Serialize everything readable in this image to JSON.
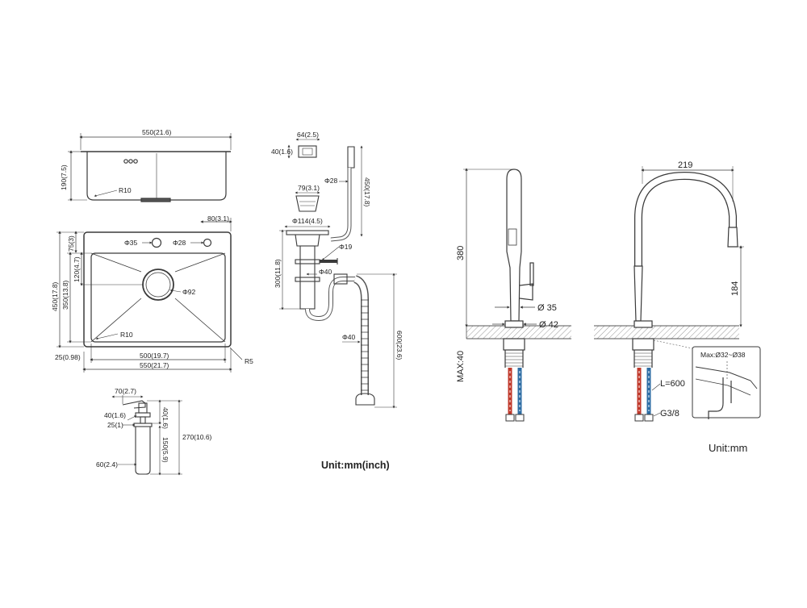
{
  "sink_front": {
    "width": "550(21.6)",
    "height": "190(7.5)",
    "radius": "R10"
  },
  "sink_top": {
    "hole_offset": "80(3.1)",
    "top_margin": "75(3)",
    "hole_left": "Φ35",
    "hole_right": "Φ28",
    "drain_offset": "120(4.7)",
    "depth_outer": "450(17.8)",
    "depth_inner": "350(13.8)",
    "drain": "Φ92",
    "corner_inner": "R10",
    "rim": "25(0.98)",
    "inner_width": "500(19.7)",
    "outer_width": "550(21.7)",
    "corner_outer": "R5"
  },
  "soap_dispenser": {
    "spout": "70(2.7)",
    "head_dia": "40(1.6)",
    "neck": "25(1)",
    "top_len": "40(1.6)",
    "bottle_len": "150(5.9)",
    "total": "270(10.6)",
    "bottle_dia": "60(2.4)"
  },
  "drain_kit": {
    "overflow_w": "64(2.5)",
    "overflow_h": "40(1.6)",
    "pipe_dia": "Φ28",
    "hose_len": "450(17.8)",
    "basket_h": "79(3.1)",
    "basket_dia": "Φ114(4.5)",
    "tail_dia": "Φ19",
    "trap_h": "300(11.8)",
    "trap_dia": "Φ40",
    "outlet_dia": "Φ40",
    "drain_len": "600(23.6)",
    "unit_label": "Unit:mm(inch)"
  },
  "faucet_side": {
    "height": "380",
    "max_deck": "MAX:40",
    "body_dia": "Ø 35",
    "base_dia": "Ø 42"
  },
  "faucet_front": {
    "reach": "219",
    "spout_height": "184",
    "hose_len": "L=600",
    "thread": "G3/8",
    "hole_range": "Max:Ø32~Ø38",
    "unit_label": "Unit:mm"
  },
  "colors": {
    "line": "#3a3a3a",
    "hot": "#c0392b",
    "cold": "#2e6da4",
    "deck": "#bbbbbb"
  }
}
